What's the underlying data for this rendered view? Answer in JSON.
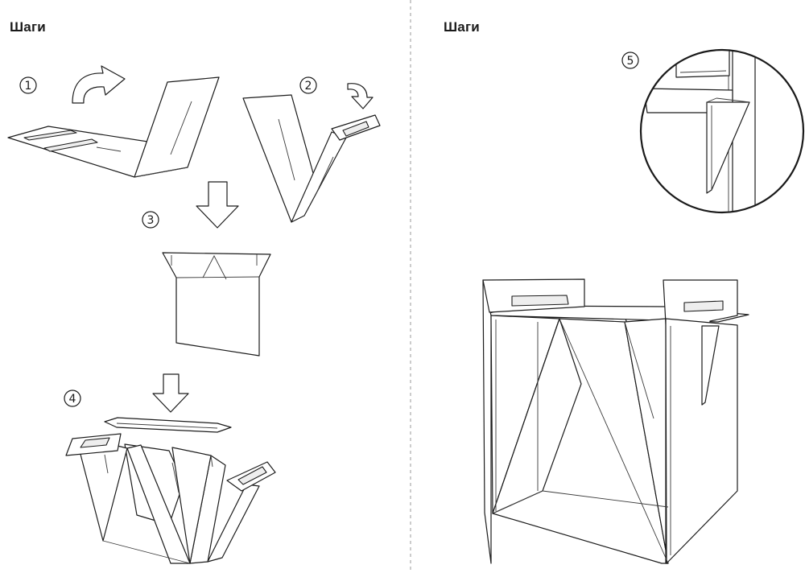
{
  "left_panel": {
    "title": "Шаги"
  },
  "right_panel": {
    "title": "Шаги"
  },
  "steps": [
    {
      "number": "1"
    },
    {
      "number": "2"
    },
    {
      "number": "3"
    },
    {
      "number": "4"
    },
    {
      "number": "5"
    }
  ],
  "icons": [
    "curved-arrow-icon",
    "curved-arrow-small-icon",
    "down-arrow-icon"
  ]
}
